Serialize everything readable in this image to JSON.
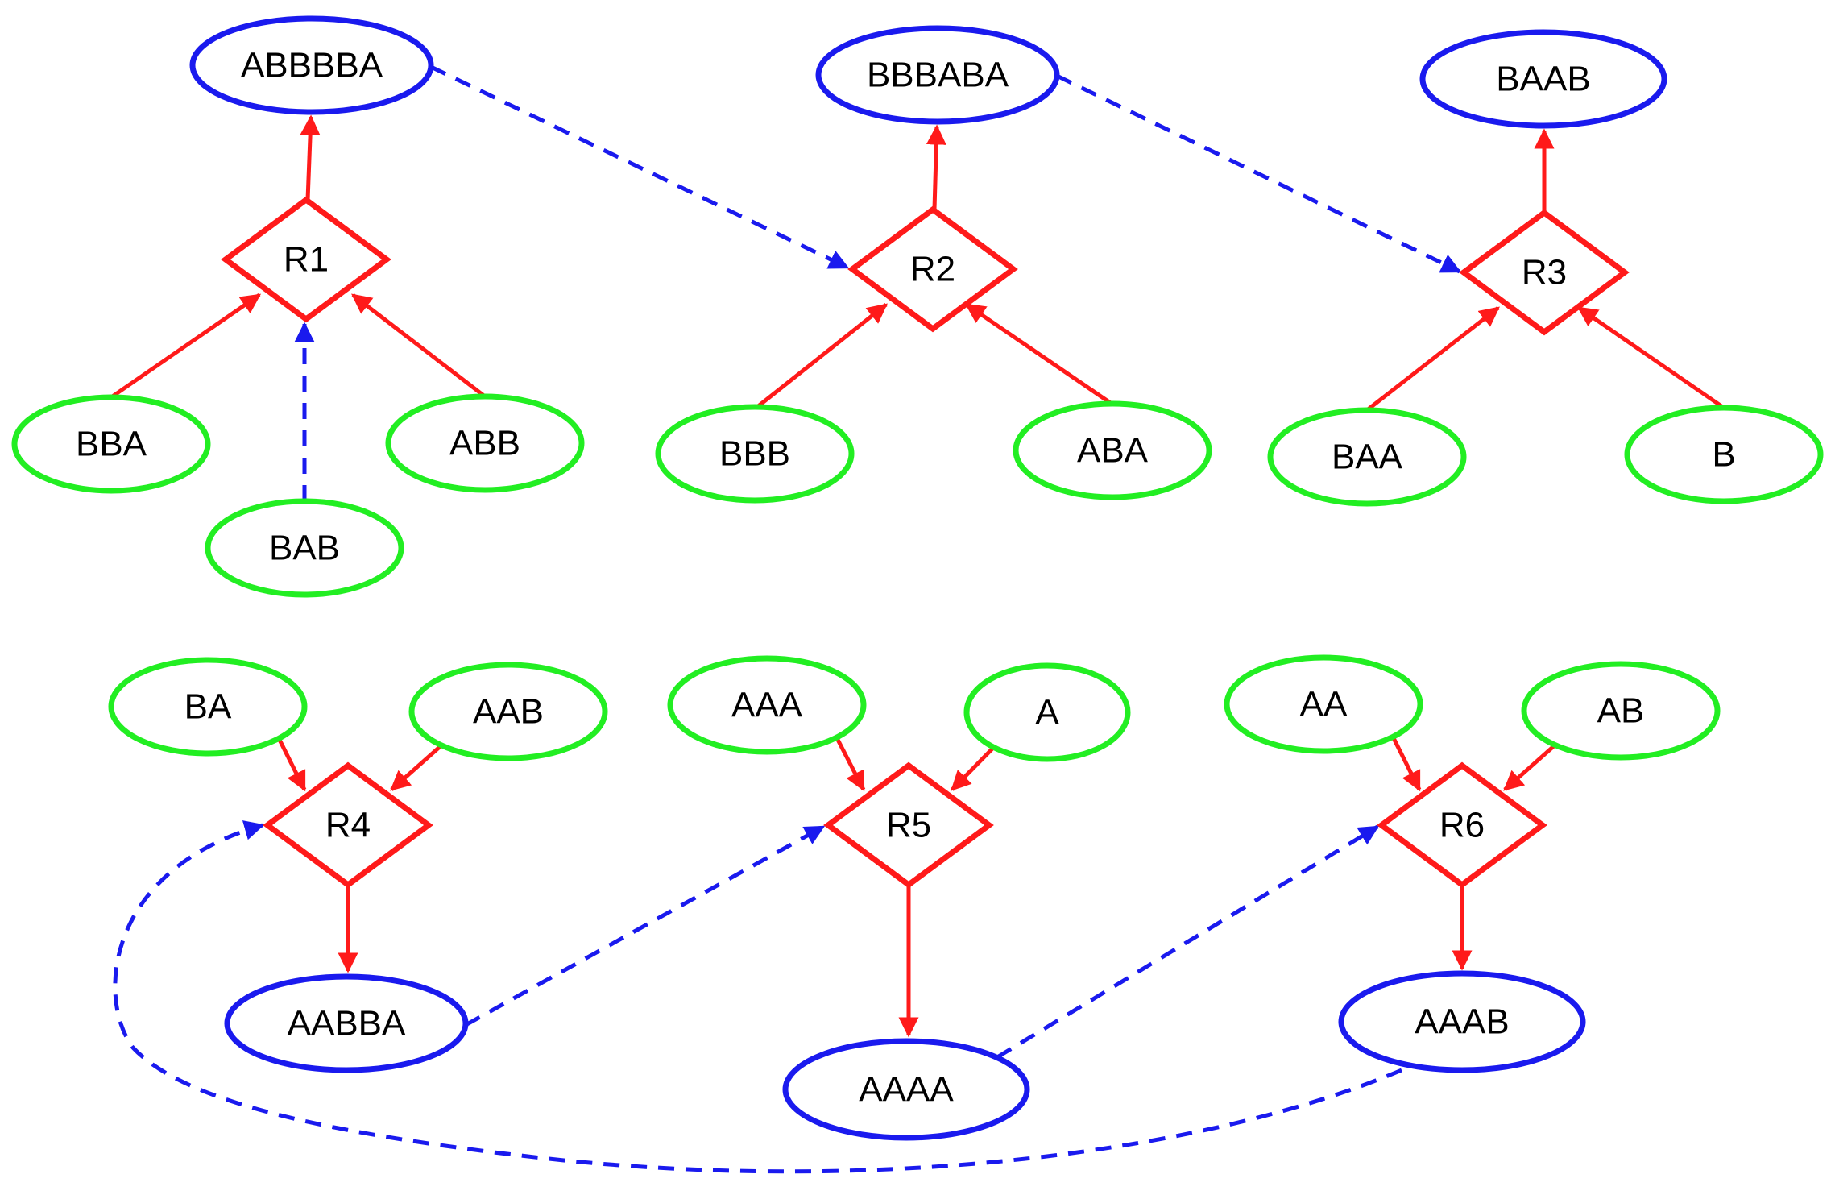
{
  "colors": {
    "product": "#1a1aee",
    "reactant": "#22ee22",
    "reaction": "#ff1a1a",
    "catalysis": "#1a1aee",
    "text": "#000000"
  },
  "nodes": {
    "ABBBBA": {
      "label": "ABBBBA",
      "role": "product"
    },
    "BBBABA": {
      "label": "BBBABA",
      "role": "product"
    },
    "BAAB": {
      "label": "BAAB",
      "role": "product"
    },
    "AABBA": {
      "label": "AABBA",
      "role": "product"
    },
    "AAAA": {
      "label": "AAAA",
      "role": "product"
    },
    "AAAB": {
      "label": "AAAB",
      "role": "product"
    },
    "R1": {
      "label": "R1",
      "role": "reaction"
    },
    "R2": {
      "label": "R2",
      "role": "reaction"
    },
    "R3": {
      "label": "R3",
      "role": "reaction"
    },
    "R4": {
      "label": "R4",
      "role": "reaction"
    },
    "R5": {
      "label": "R5",
      "role": "reaction"
    },
    "R6": {
      "label": "R6",
      "role": "reaction"
    },
    "BBA": {
      "label": "BBA",
      "role": "reactant"
    },
    "ABB": {
      "label": "ABB",
      "role": "reactant"
    },
    "BAB": {
      "label": "BAB",
      "role": "reactant"
    },
    "BBB": {
      "label": "BBB",
      "role": "reactant"
    },
    "ABA": {
      "label": "ABA",
      "role": "reactant"
    },
    "BAA": {
      "label": "BAA",
      "role": "reactant"
    },
    "B": {
      "label": "B",
      "role": "reactant"
    },
    "BA": {
      "label": "BA",
      "role": "reactant"
    },
    "AAB": {
      "label": "AAB",
      "role": "reactant"
    },
    "AAA": {
      "label": "AAA",
      "role": "reactant"
    },
    "A": {
      "label": "A",
      "role": "reactant"
    },
    "AA": {
      "label": "AA",
      "role": "reactant"
    },
    "AB": {
      "label": "AB",
      "role": "reactant"
    }
  },
  "reactions": [
    {
      "id": "R1",
      "inputs": [
        "BBA",
        "ABB"
      ],
      "output": "ABBBBA"
    },
    {
      "id": "R2",
      "inputs": [
        "BBB",
        "ABA"
      ],
      "output": "BBBABA"
    },
    {
      "id": "R3",
      "inputs": [
        "BAA",
        "B"
      ],
      "output": "BAAB"
    },
    {
      "id": "R4",
      "inputs": [
        "BA",
        "AAB"
      ],
      "output": "AABBA"
    },
    {
      "id": "R5",
      "inputs": [
        "AAA",
        "A"
      ],
      "output": "AAAA"
    },
    {
      "id": "R6",
      "inputs": [
        "AA",
        "AB"
      ],
      "output": "AAAB"
    }
  ],
  "catalysis": [
    {
      "from": "BAB",
      "to": "R1"
    },
    {
      "from": "ABBBBA",
      "to": "R2"
    },
    {
      "from": "BBBABA",
      "to": "R3"
    },
    {
      "from": "AABBA",
      "to": "R5"
    },
    {
      "from": "AAAA",
      "to": "R6"
    },
    {
      "from": "AAAB",
      "to": "R4"
    }
  ]
}
